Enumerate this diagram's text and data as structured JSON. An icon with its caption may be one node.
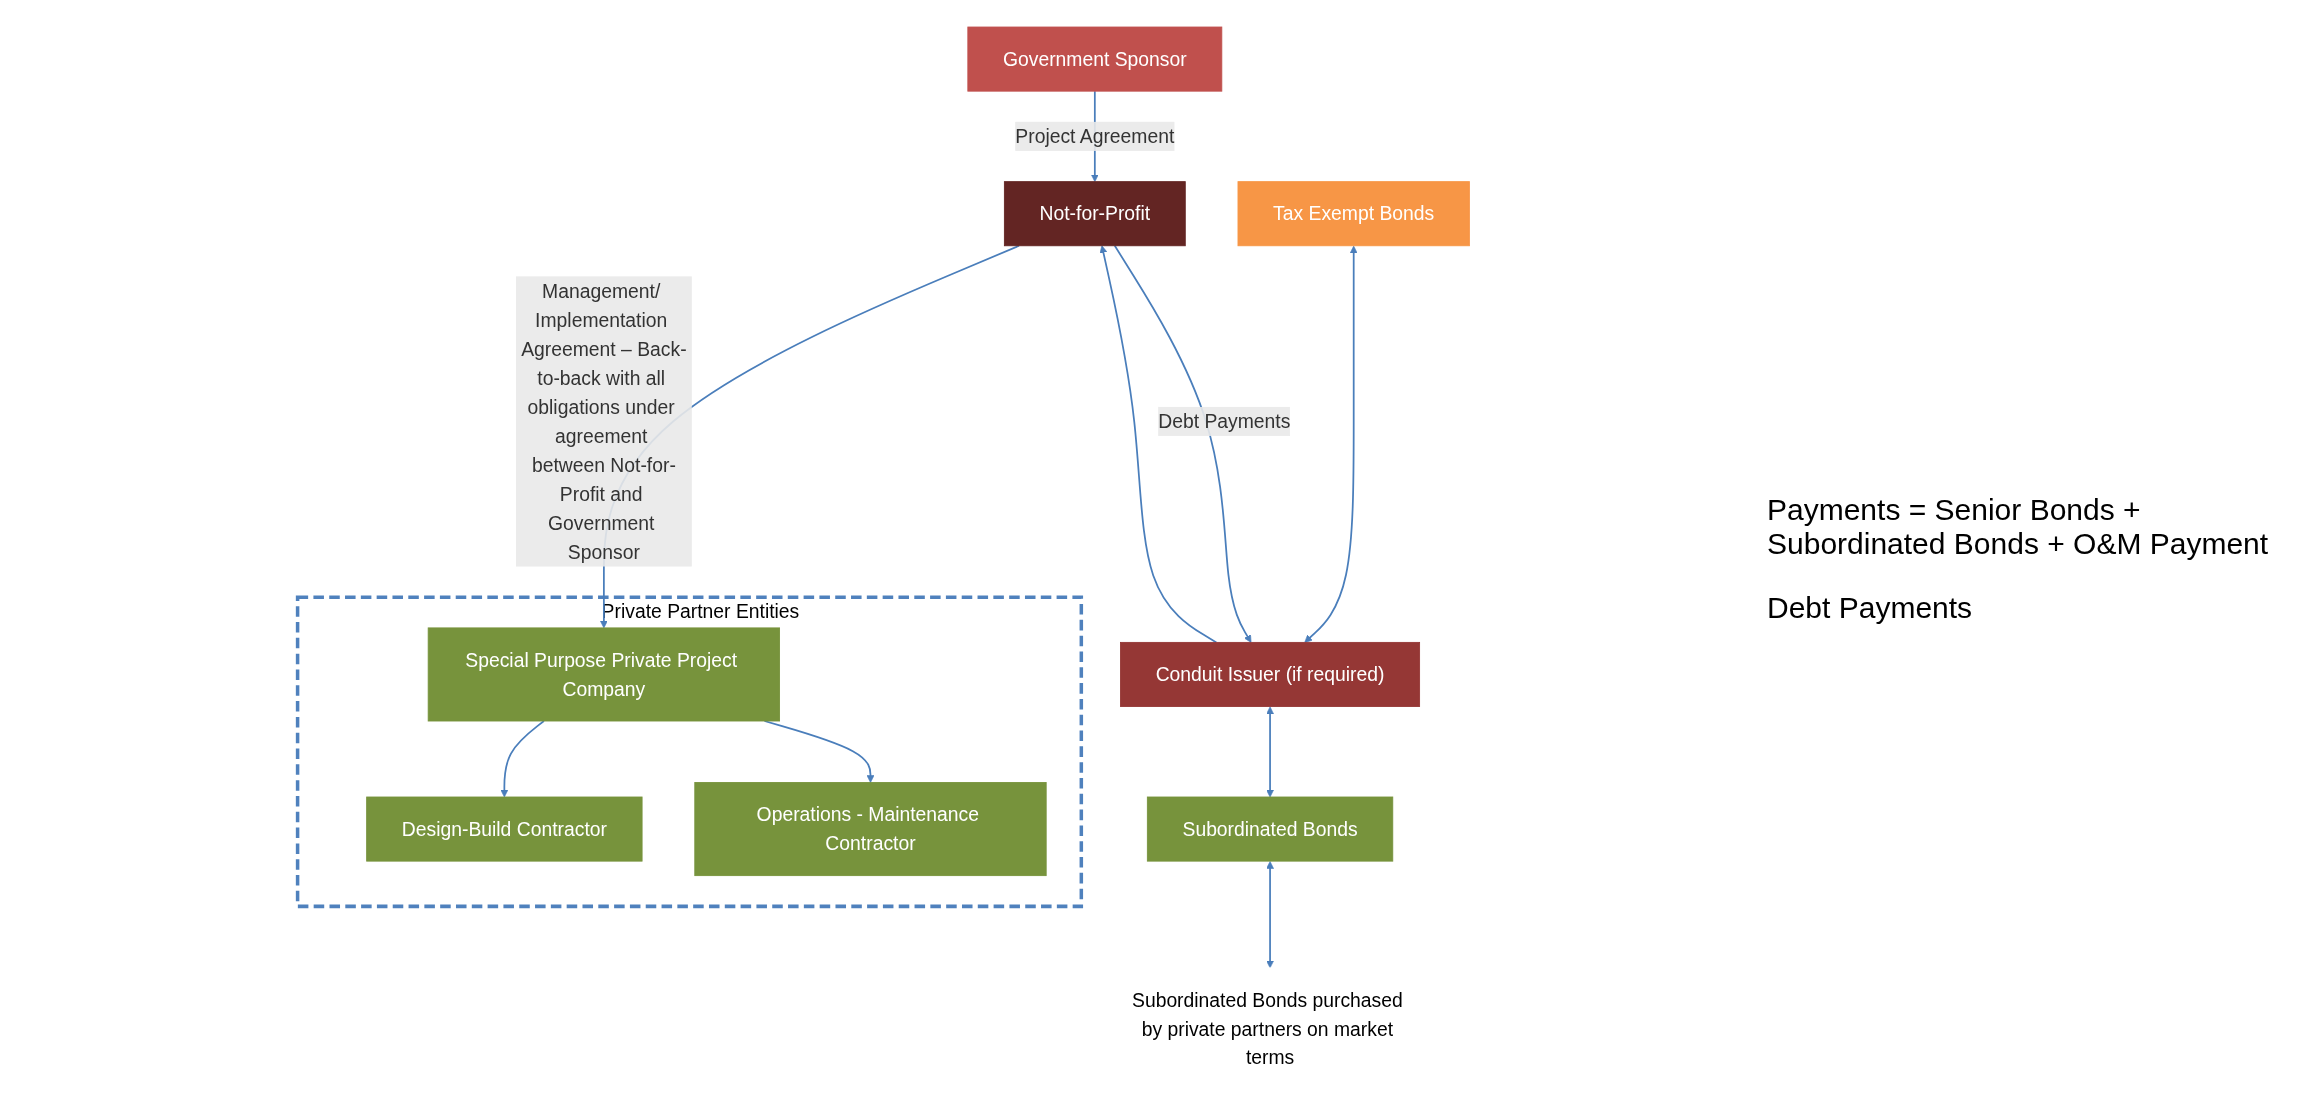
{
  "diagram": {
    "nodes": [
      {
        "text": [
          "Government Sponsor"
        ]
      },
      {
        "text": [
          "Tax Exempt Bonds"
        ]
      },
      {
        "text": [
          "Conduit Issuer (if required)"
        ]
      },
      {
        "text": [
          "Not-for-Profit"
        ]
      },
      {
        "text": [
          "Subordinated Bonds"
        ]
      },
      {
        "text": [
          "Subordinated Bonds purchased by private partners on market terms"
        ]
      },
      {
        "text": [
          "Private Partner Entities"
        ]
      },
      {
        "text": [
          "Special Purpose Private Project Company"
        ],
        "in": 6
      },
      {
        "text": [
          "Design-Build Contractor"
        ],
        "in": 6
      },
      {
        "text": [
          "Operations - Maintenance Contractor"
        ],
        "in": 6
      }
    ],
    "edges": [
      {
        "from": 0,
        "to": 3,
        "arrow": "to",
        "label": "Project Agreement"
      },
      {
        "from": 1,
        "to": 2,
        "arrow": "both"
      },
      {
        "from": 2,
        "to": 4,
        "arrow": "both"
      },
      {
        "from": 2,
        "to": 3,
        "arrow": "to"
      },
      {
        "from": 3,
        "to": 2,
        "arrow": "to",
        "label": "Debt Payments"
      },
      {
        "from": 4,
        "to": 5,
        "arrow": "both"
      },
      {
        "from": 3,
        "to": 7,
        "arrow": "to",
        "label": "Management/ Implementation Agreement – Back-to-back with all obligations under agreement between Not-for-Profit and Government Sponsor"
      },
      {
        "from": 7,
        "to": 8,
        "arrow": "to"
      },
      {
        "from": 7,
        "to": 9,
        "arrow": "to"
      }
    ],
    "labels": [
      "Payments = Senior Bonds + Subordinated Bonds + O&M Payment",
      "Debt Payments"
    ]
  }
}
